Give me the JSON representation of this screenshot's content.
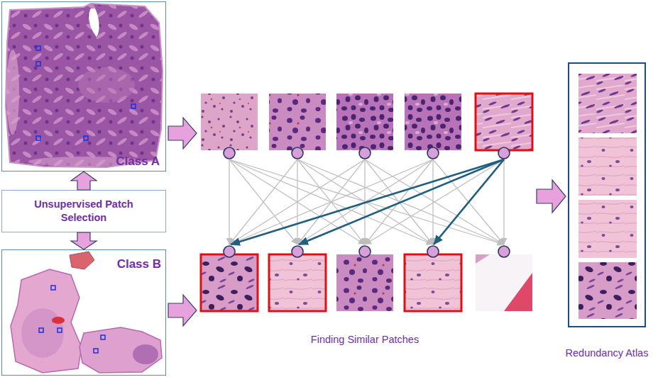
{
  "diagram": {
    "nodes": [
      {
        "text": [
          "Class A"
        ]
      },
      {
        "text": [
          "Unsupervised Patch Selection"
        ]
      },
      {
        "text": [
          "Class B"
        ]
      },
      {
        "text": [
          "Redundancy Atlas"
        ]
      }
    ],
    "edges": [
      {
        "from": 1,
        "to": 0,
        "arrow": "to"
      },
      {
        "from": 1,
        "to": 2,
        "arrow": "to"
      }
    ],
    "labels": [
      "Finding Similar Patches"
    ]
  }
}
